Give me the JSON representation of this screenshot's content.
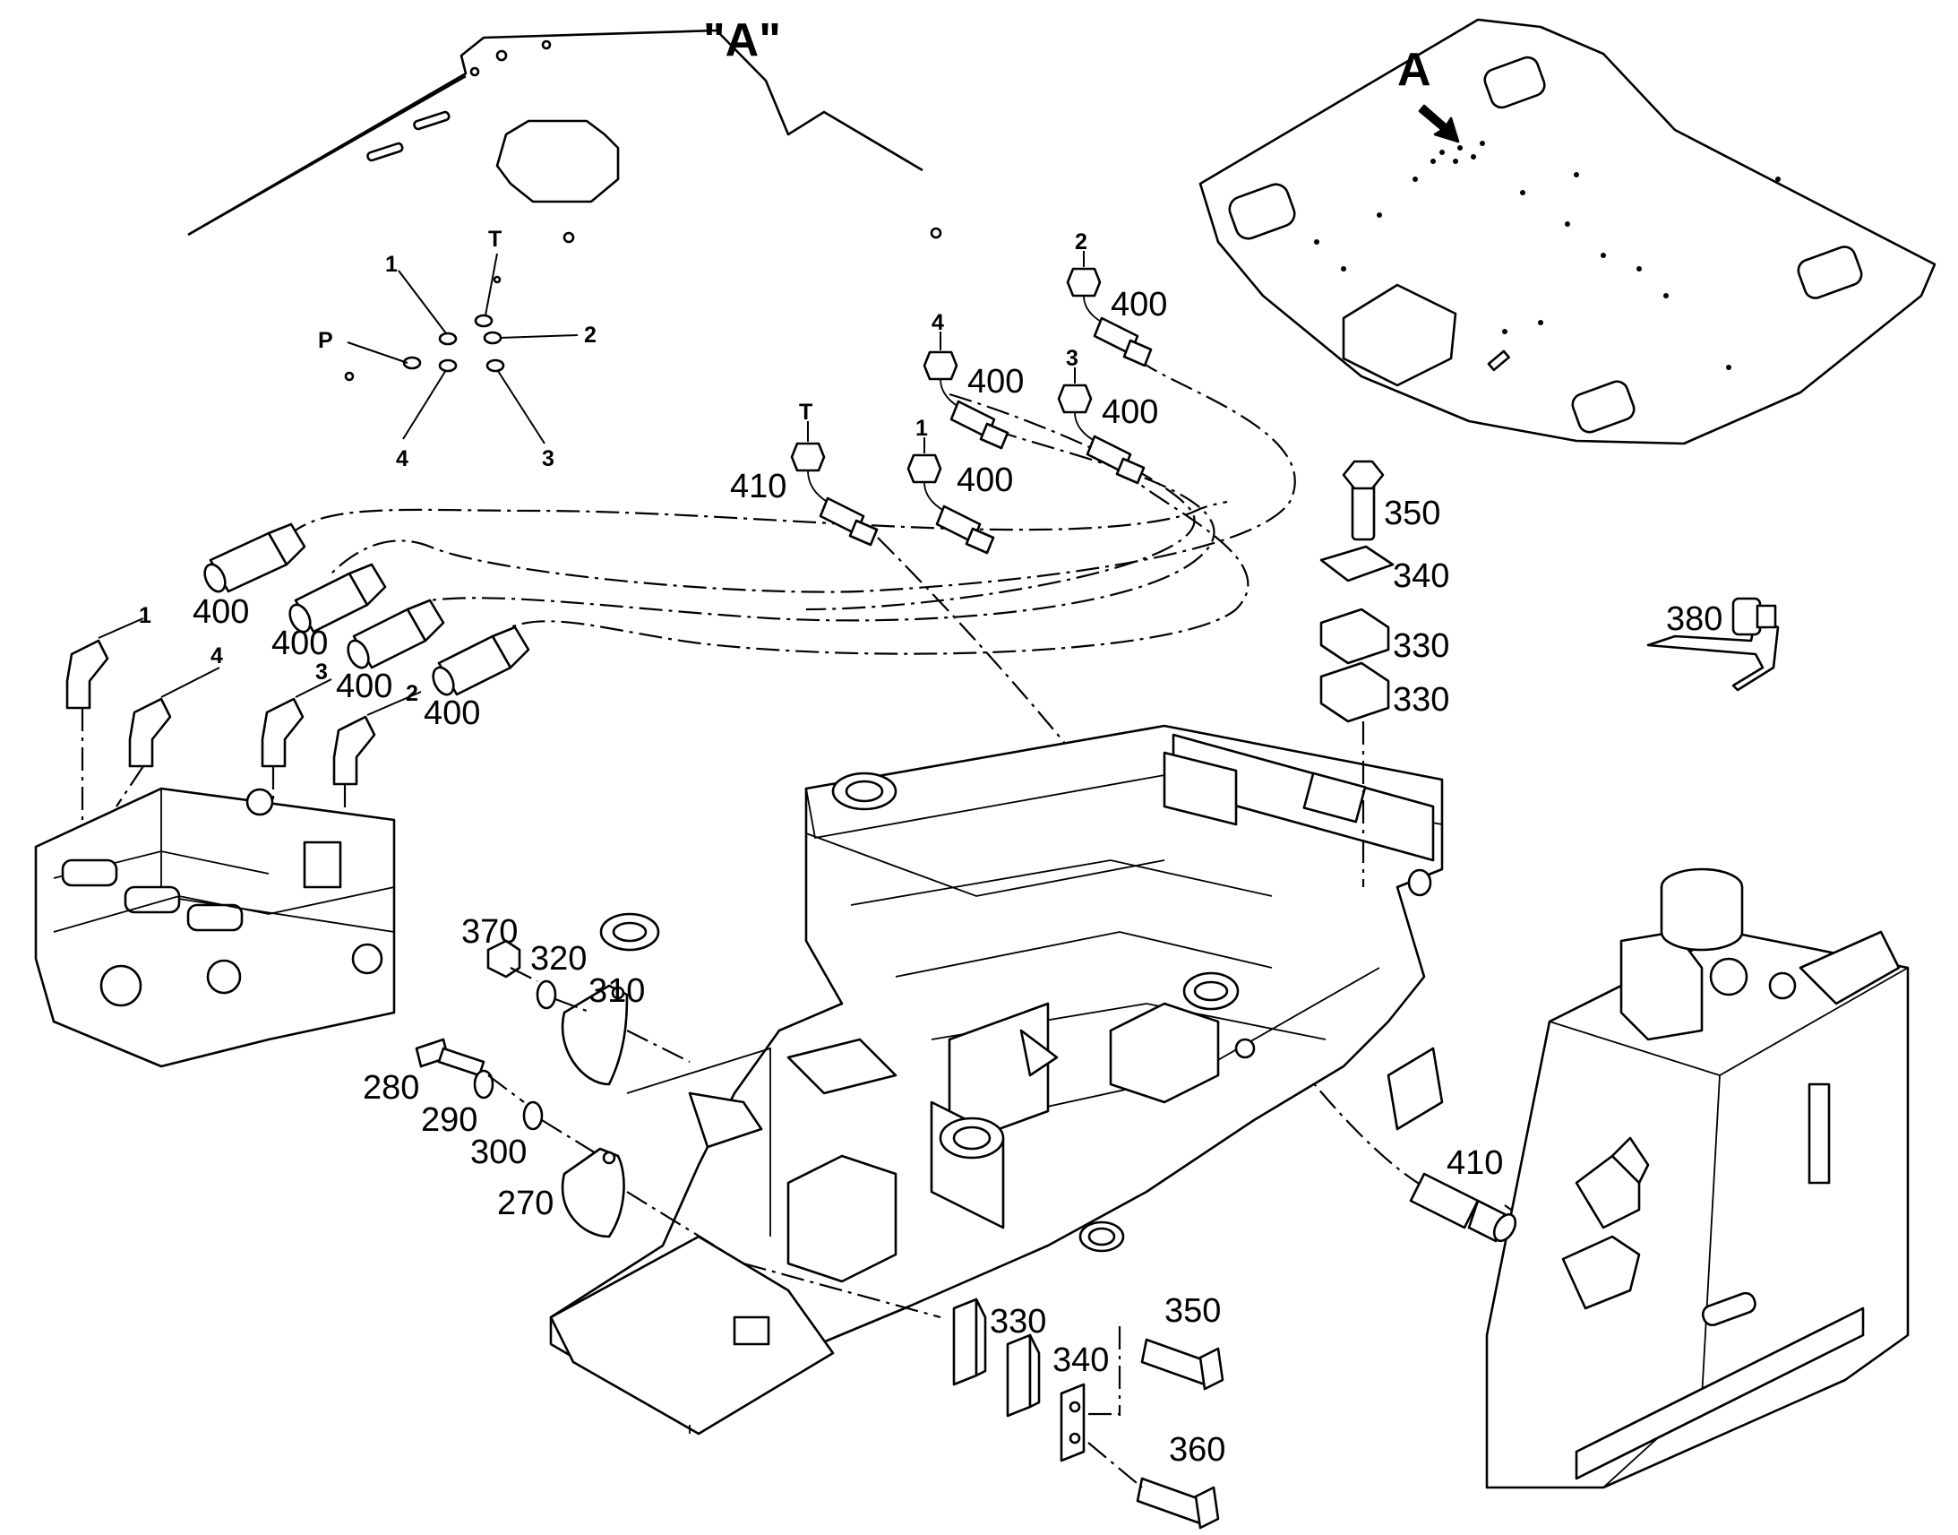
{
  "view_label": "\"A\"",
  "view_marker": "A",
  "ports": {
    "p": "P",
    "t": "T",
    "one": "1",
    "two": "2",
    "three": "3",
    "four": "4"
  },
  "hose_ports": {
    "hose_2": "2",
    "hose_4": "4",
    "hose_3": "3",
    "hose_t": "T",
    "hose_1": "1",
    "valve_1": "1",
    "valve_4": "4",
    "valve_3": "3",
    "valve_2": "2"
  },
  "callouts": {
    "c400_top": "400",
    "c400_b": "400",
    "c400_c": "400",
    "c410_top": "410",
    "c400_d": "400",
    "c400_e": "400",
    "c400_f": "400",
    "c400_g": "400",
    "c400_h": "400",
    "c350_top": "350",
    "c340_top": "340",
    "c330_a": "330",
    "c330_b": "330",
    "c380": "380",
    "c370": "370",
    "c320": "320",
    "c310": "310",
    "c280": "280",
    "c290": "290",
    "c300": "300",
    "c270": "270",
    "c410_bottom": "410",
    "c330_bottom": "330",
    "c340_bottom": "340",
    "c350_bottom": "350",
    "c360": "360"
  }
}
